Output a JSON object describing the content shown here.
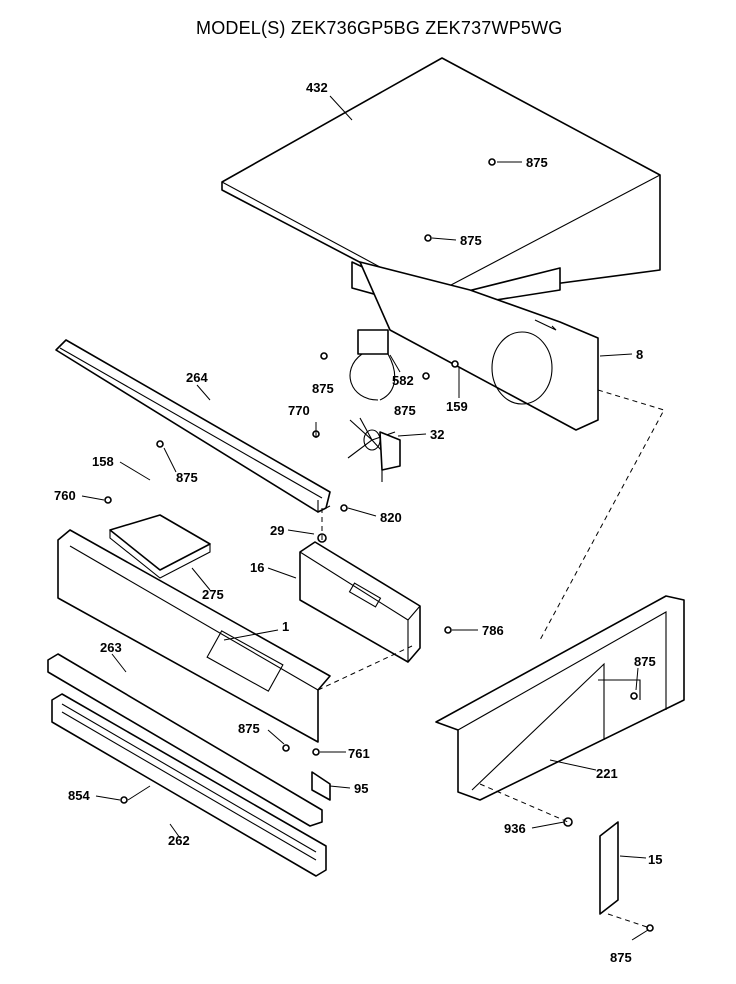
{
  "title": "MODEL(S) ZEK736GP5BG  ZEK737WP5WG",
  "labels": {
    "p432": "432",
    "p875a": "875",
    "p875b": "875",
    "p8": "8",
    "p264": "264",
    "p875c": "875",
    "p582": "582",
    "p875d": "875",
    "p159": "159",
    "p770": "770",
    "p32": "32",
    "p158": "158",
    "p875e": "875",
    "p760": "760",
    "p820": "820",
    "p29": "29",
    "p275": "275",
    "p16": "16",
    "p1": "1",
    "p786": "786",
    "p263": "263",
    "p875f": "875",
    "p875g": "875",
    "p761": "761",
    "p95": "95",
    "p221": "221",
    "p854": "854",
    "p262": "262",
    "p936": "936",
    "p15": "15",
    "p875h": "875"
  }
}
